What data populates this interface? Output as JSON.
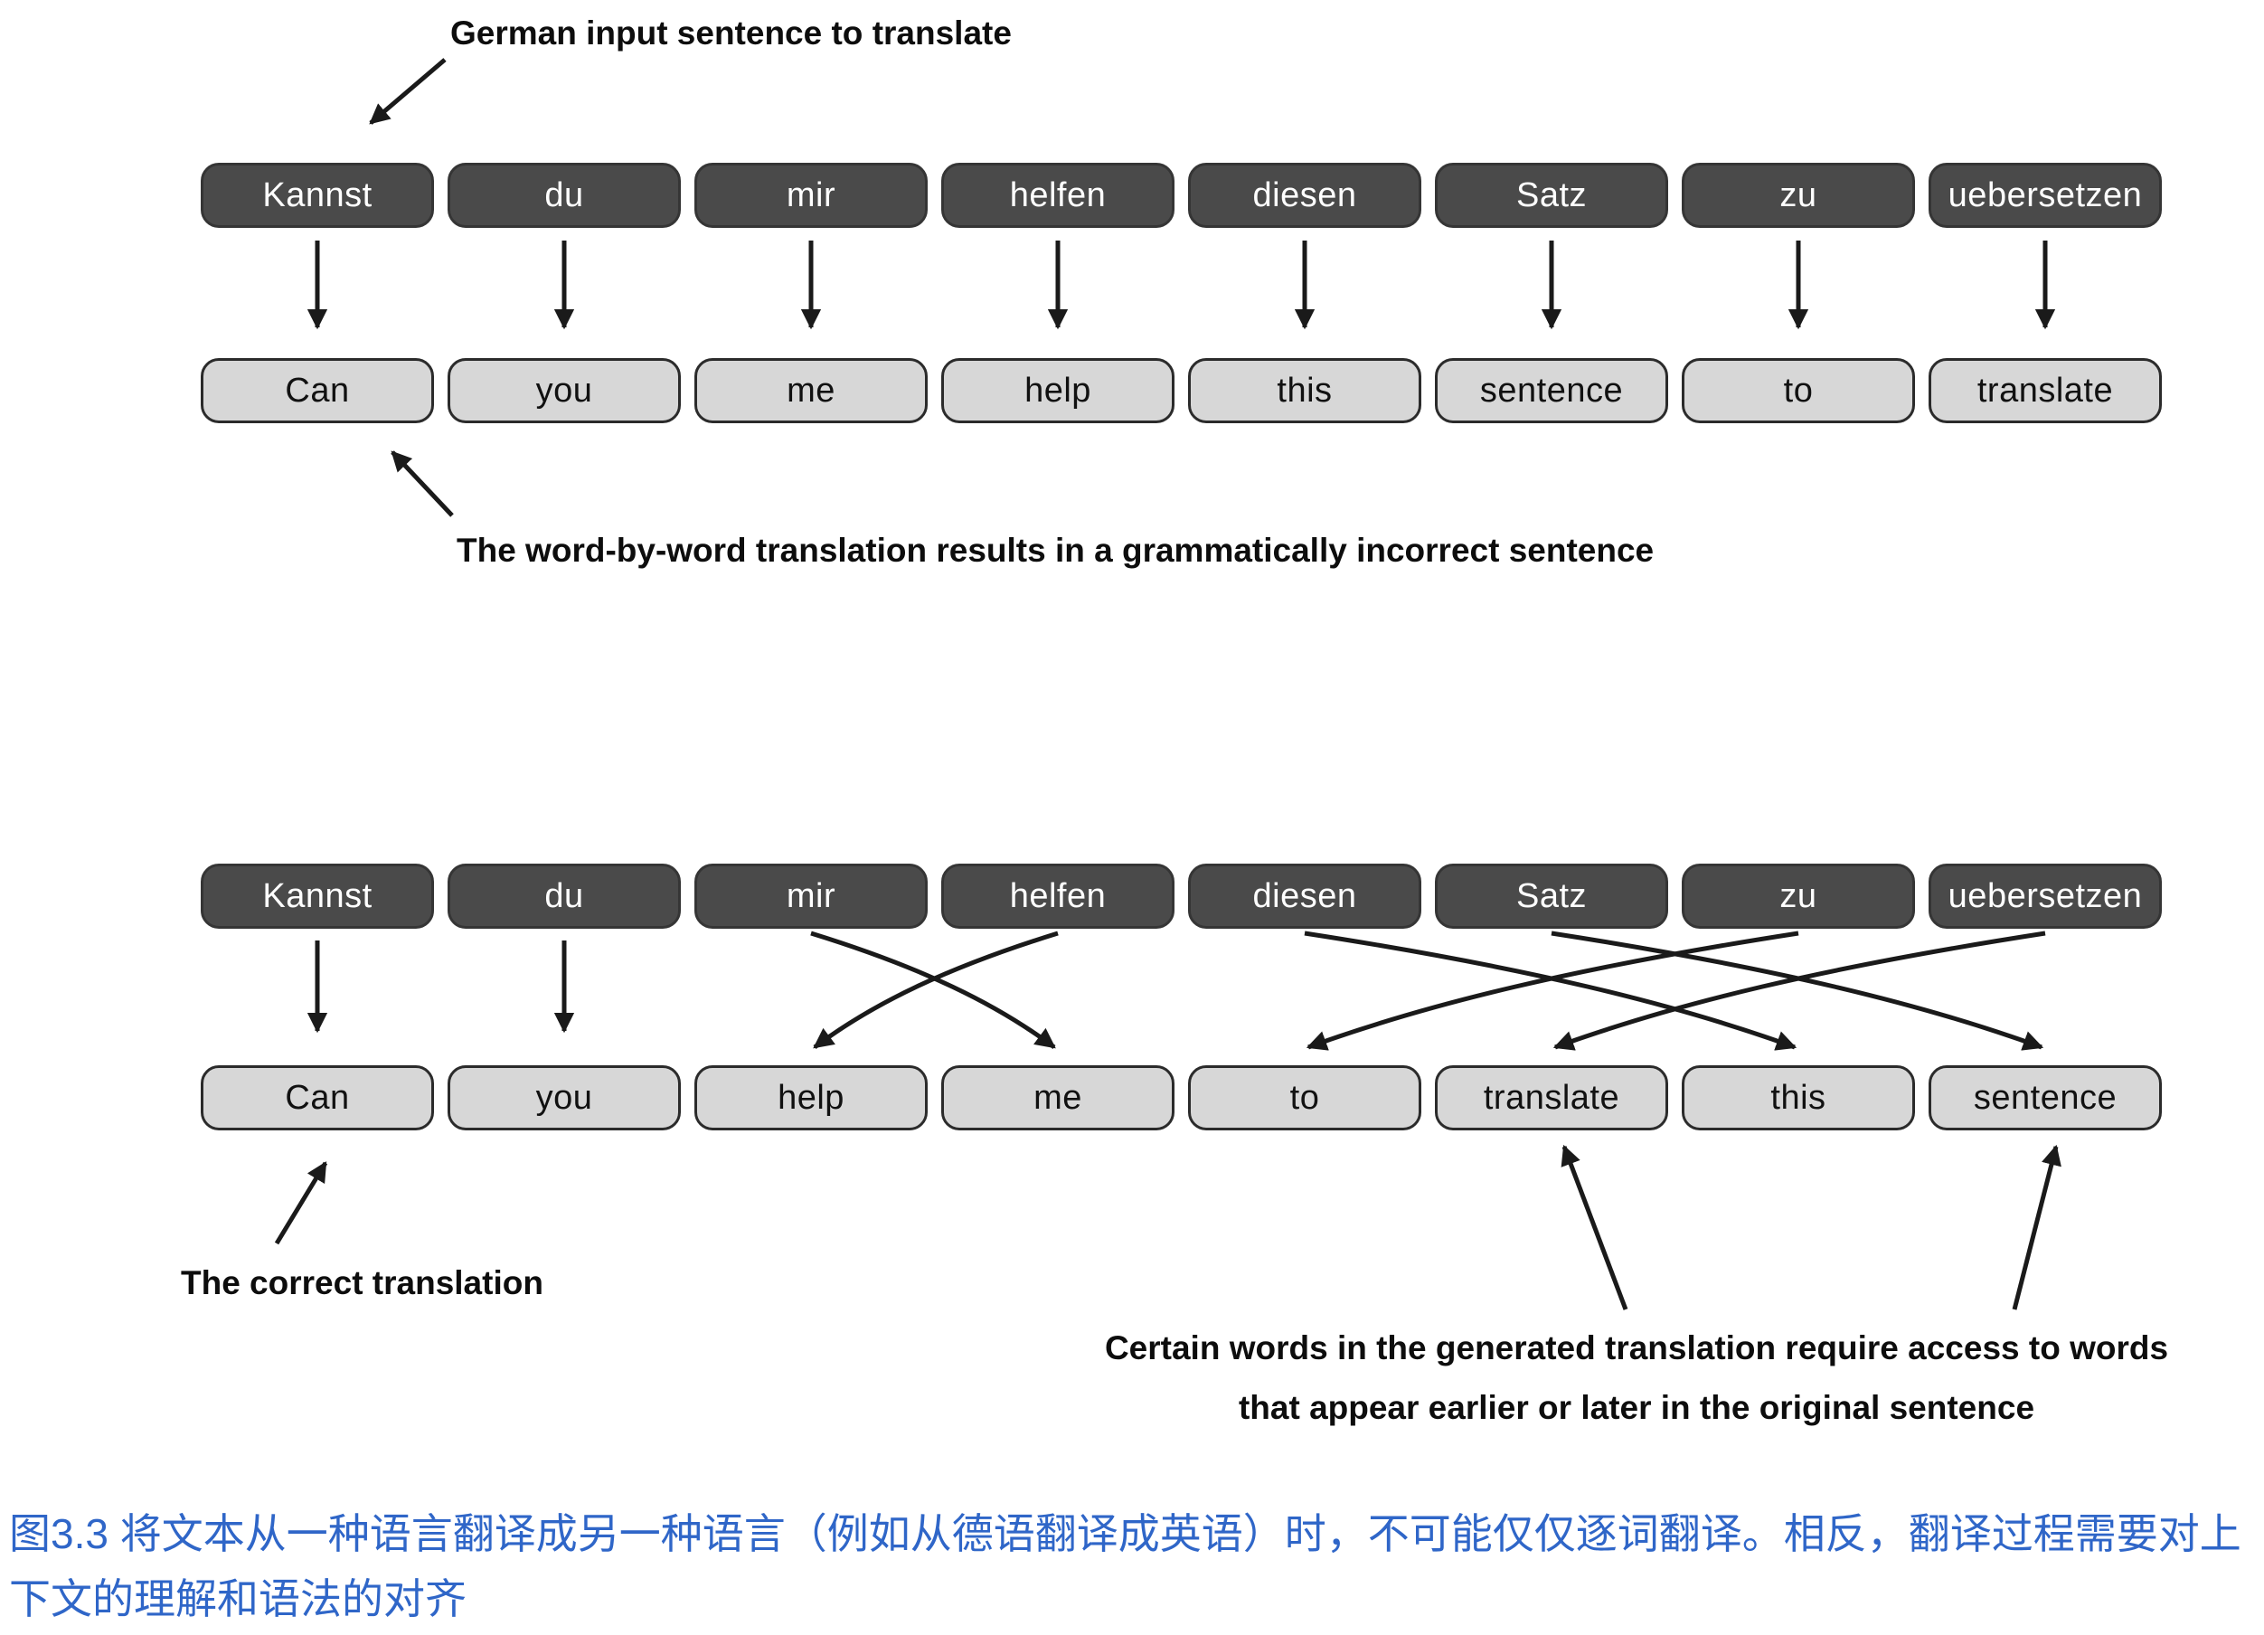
{
  "colors": {
    "dark_box": "#4a4a4a",
    "light_box": "#d7d7d7",
    "caption": "#2f66c8"
  },
  "top": {
    "annotation_input": "German input sentence to translate",
    "annotation_result": "The word-by-word translation results in a grammatically incorrect sentence",
    "german": [
      "Kannst",
      "du",
      "mir",
      "helfen",
      "diesen",
      "Satz",
      "zu",
      "uebersetzen"
    ],
    "english": [
      "Can",
      "you",
      "me",
      "help",
      "this",
      "sentence",
      "to",
      "translate"
    ]
  },
  "bottom": {
    "annotation_correct": "The correct translation",
    "annotation_access_line1": "Certain words in the generated translation require access to words",
    "annotation_access_line2": "that appear earlier or later in the original sentence",
    "german": [
      "Kannst",
      "du",
      "mir",
      "helfen",
      "diesen",
      "Satz",
      "zu",
      "uebersetzen"
    ],
    "english": [
      "Can",
      "you",
      "help",
      "me",
      "to",
      "translate",
      "this",
      "sentence"
    ]
  },
  "caption": "图3.3 将文本从一种语言翻译成另一种语言（例如从德语翻译成英语）时，不可能仅仅逐词翻译。相反，翻译过程需要对上下文的理解和语法的对齐"
}
